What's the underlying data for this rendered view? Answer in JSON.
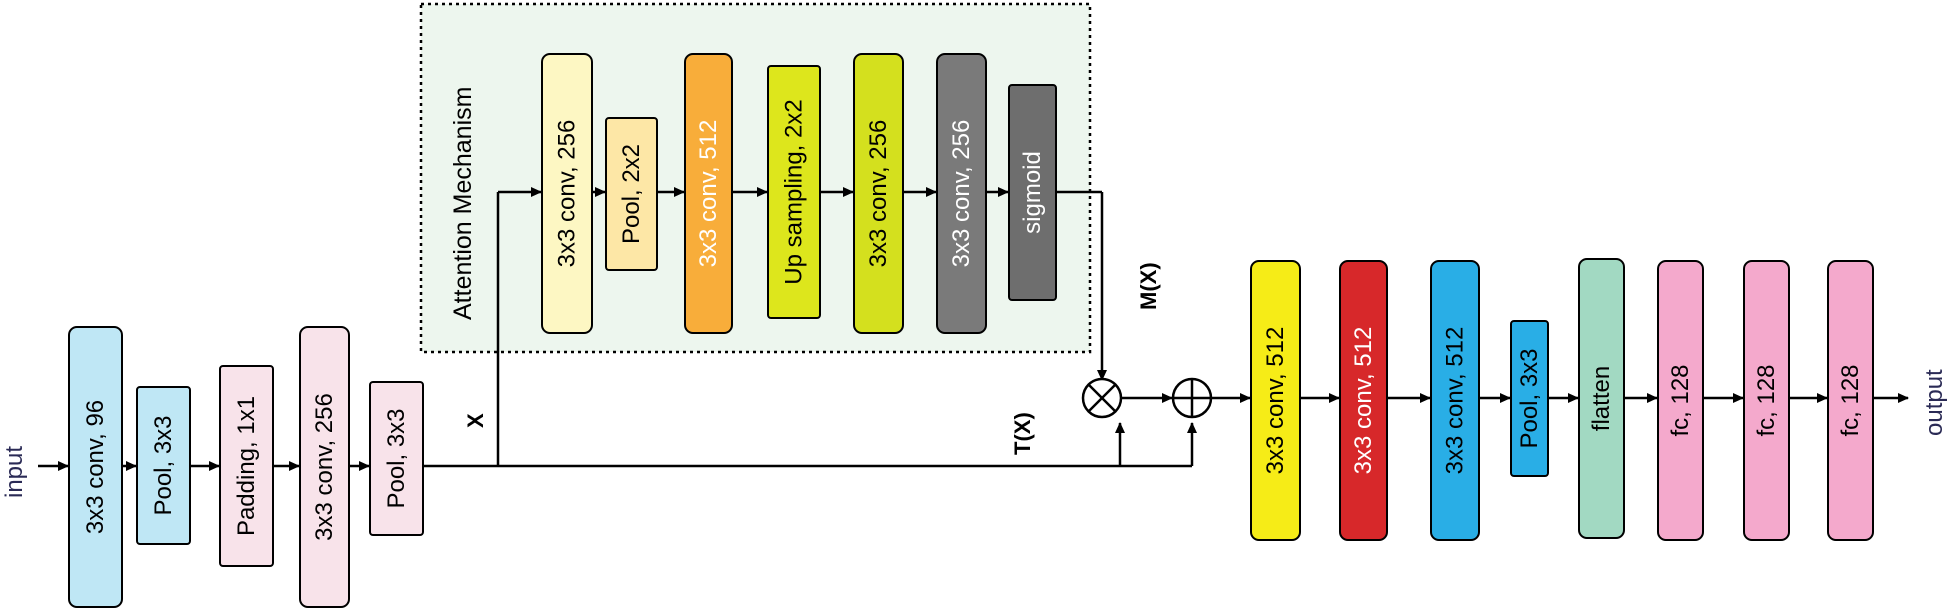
{
  "diagram": {
    "input_label": "input",
    "output_label": "output",
    "attention_title": "Attention Mechanism",
    "x_label": "X",
    "mx_label": "M(X)",
    "tx_label": "T(X)",
    "multiply_symbol": "⊗",
    "add_symbol": "⊕",
    "backbone_blocks": [
      {
        "label": "3x3 conv, 96",
        "color": "#bfe7f5",
        "text_color": "#000000"
      },
      {
        "label": "Pool, 3x3",
        "color": "#bfe7f5",
        "text_color": "#000000"
      },
      {
        "label": "Padding, 1x1",
        "color": "#f8e3ea",
        "text_color": "#000000"
      },
      {
        "label": "3x3 conv, 256",
        "color": "#f8e3ea",
        "text_color": "#000000"
      },
      {
        "label": "Pool, 3x3",
        "color": "#f8e3ea",
        "text_color": "#000000"
      }
    ],
    "attention_blocks": [
      {
        "label": "3x3 conv, 256",
        "color": "#fdf7c3",
        "text_color": "#000000"
      },
      {
        "label": "Pool, 2x2",
        "color": "#fde7a6",
        "text_color": "#000000"
      },
      {
        "label": "3x3 conv, 512",
        "color": "#f8ad3a",
        "text_color": "#ffffff"
      },
      {
        "label": "Up sampling, 2x2",
        "color": "#dde61c",
        "text_color": "#000000"
      },
      {
        "label": "3x3 conv, 256",
        "color": "#d4e01e",
        "text_color": "#000000"
      },
      {
        "label": "3x3 conv, 256",
        "color": "#7a7a7a",
        "text_color": "#ffffff"
      },
      {
        "label": "sigmoid",
        "color": "#6e6e6e",
        "text_color": "#ffffff"
      }
    ],
    "head_blocks": [
      {
        "label": "3x3 conv, 512",
        "color": "#f6ec17",
        "text_color": "#000000"
      },
      {
        "label": "3x3 conv, 512",
        "color": "#d7282a",
        "text_color": "#ffffff"
      },
      {
        "label": "3x3 conv, 512",
        "color": "#29aee6",
        "text_color": "#000000"
      },
      {
        "label": "Pool, 3x3",
        "color": "#29aee6",
        "text_color": "#000000"
      },
      {
        "label": "flatten",
        "color": "#a2d9c2",
        "text_color": "#000000"
      },
      {
        "label": "fc, 128",
        "color": "#f4a9cc",
        "text_color": "#000000"
      },
      {
        "label": "fc, 128",
        "color": "#f4a9cc",
        "text_color": "#000000"
      },
      {
        "label": "fc, 128",
        "color": "#f4a9cc",
        "text_color": "#000000"
      }
    ],
    "attention_box_color": "#edf6ee"
  }
}
